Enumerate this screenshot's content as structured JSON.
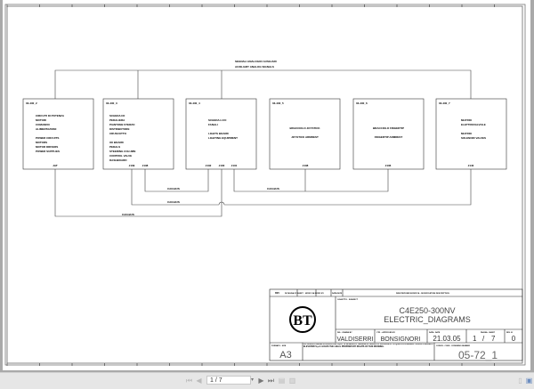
{
  "diagram": {
    "bus_label_it": "SEGNALI ANALOGICI AUSILIARI",
    "bus_label_en": "AUXILIARY ANALOG SIGNALS",
    "can_bus_label": "CAN-BUS",
    "boxes": [
      {
        "ref": "03-430_2",
        "lines": [
          "CIRCUITI DI POTENZA",
          "MOTORI",
          "COMANDO",
          "ALIMENTAZIONI",
          "",
          "POWER CIRCUITS",
          "MOTORS",
          "MOTOR DRIVERS",
          "POWER SUPPLIES"
        ],
        "connectors": [
          "JAT"
        ]
      },
      {
        "ref": "03-430_3",
        "lines": [
          "SCHEDA I/O",
          "PEDALIERA",
          "PIANTONE STERZO",
          "DISTRIBUTORE",
          "CRUSCOTTO",
          "",
          "I/O BOARD",
          "PEDALS",
          "STEERING COLUMN",
          "CONTROL VALVE",
          "DASHBOARD"
        ],
        "connectors": [
          "J139",
          "J138"
        ]
      },
      {
        "ref": "03-430_4",
        "lines": [
          "SCHEDA LUCI",
          "FANALI",
          "",
          "LIGHTS BOARD",
          "LIGHTING EQUIPMENT"
        ],
        "connectors": [
          "J132",
          "J130",
          "J131"
        ]
      },
      {
        "ref": "03-430_5",
        "lines": [
          "BRACCIOLO JOYSTICK",
          "",
          "JOYSTICK ARMREST"
        ],
        "connectors": [
          "J138"
        ]
      },
      {
        "ref": "03-430_6",
        "lines": [
          "BRACCIOLO FINGERTIP",
          "",
          "FINGERTIP ARMREST"
        ],
        "connectors": [
          "J136"
        ]
      },
      {
        "ref": "03-430_7",
        "lines": [
          "MHYRIO",
          "ELETTROVALVOLE",
          "",
          "MHYRIO",
          "SOLENOID VALVES"
        ],
        "connectors": [
          "J140"
        ]
      }
    ]
  },
  "title_block": {
    "rev_label": "REV",
    "of_sheet_label": "DI PAGINA OF SHEET",
    "modif_label": "MODIF. DA MODIF. BY",
    "data_label": "DATA DATE",
    "mod_desc_label": "DESCRIZIONE MODIFICA - MODIFICATION DESCRIPTION",
    "subject_label": "OGGETTO - SUBJECT",
    "subject_line1": "C4E250-300NV",
    "subject_line2": "ELECTRIC_DIAGRAMS",
    "logo_text": "BT",
    "drawn_by_label": "DIS. - DRAWN BY",
    "drawn_by": "VALDISERRI",
    "approved_by_label": "CTR. - APPROVED BY",
    "approved_by": "BONSIGNORI",
    "date_label": "DATA - DATE",
    "date": "21.03.05",
    "sheet_label": "PAGINA - SHEET",
    "sheet": "1",
    "sheet_total": "7",
    "rev_no_label": "REV. N°",
    "rev_no": "0",
    "format_label": "FORMATO - SIZE",
    "format": "A3",
    "disclaimer": "LA CESAB CARRELLI ELEVATORI S.p.A. SI RISERVA A TERMINI DI LEGGE LA PROPRIETA' DI QUESTO DISEGNO. CESAB CARRELLI ELEVATORI S.p.A. HOLDS THE LEGAL PROPRIETARY RIGHTS OF THIS DRAWING.",
    "code_label": "CODICE - CODE - CODESENO NUMBER",
    "code": "05-72_1"
  },
  "toolbar": {
    "page_value": "1 / 7",
    "icons": [
      "first-page",
      "prev-page",
      "next-page",
      "last-page",
      "single-page-view",
      "continuous-view",
      "fit-page",
      "save"
    ]
  }
}
